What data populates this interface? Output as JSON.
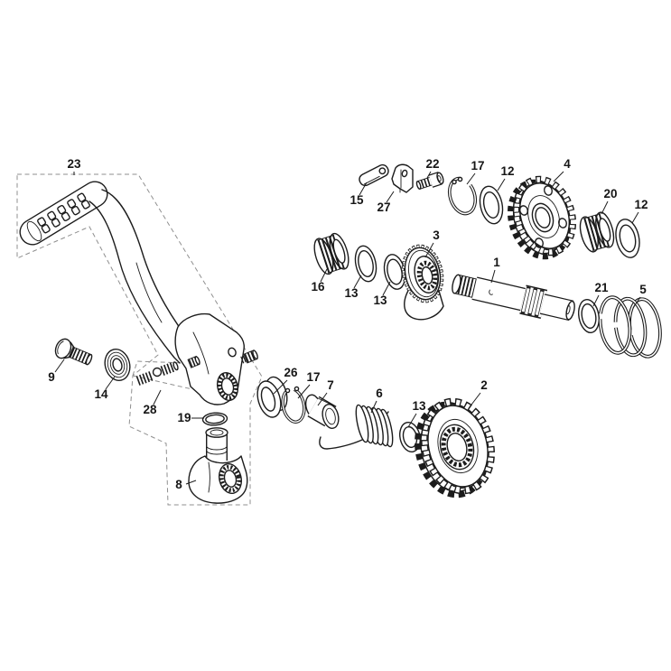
{
  "figure": {
    "background_color": "#ffffff",
    "line_color": "#1c1c1c",
    "dashed_outline_color": "#8f8f8f"
  },
  "callouts": [
    {
      "num": "23"
    },
    {
      "num": "9"
    },
    {
      "num": "14"
    },
    {
      "num": "28"
    },
    {
      "num": "19"
    },
    {
      "num": "8"
    },
    {
      "num": "26"
    },
    {
      "num": "17"
    },
    {
      "num": "7"
    },
    {
      "num": "6"
    },
    {
      "num": "13"
    },
    {
      "num": "2"
    },
    {
      "num": "16"
    },
    {
      "num": "13"
    },
    {
      "num": "13"
    },
    {
      "num": "3"
    },
    {
      "num": "1"
    },
    {
      "num": "15"
    },
    {
      "num": "27"
    },
    {
      "num": "22"
    },
    {
      "num": "17"
    },
    {
      "num": "12"
    },
    {
      "num": "4"
    },
    {
      "num": "20"
    },
    {
      "num": "12"
    },
    {
      "num": "21"
    },
    {
      "num": "5"
    }
  ]
}
